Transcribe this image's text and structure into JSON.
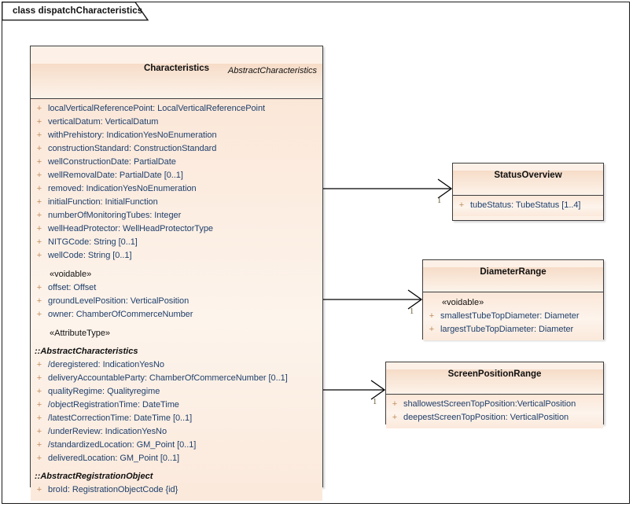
{
  "diagram": {
    "tab_label": "class dispatchCharacteristics",
    "colors": {
      "class_fill": "#fdf1e7",
      "header_fill": "#f6dcc8",
      "border": "#3d3d3d",
      "attribute_text": "#1f3f6b",
      "visibility_marker": "#c08d5d",
      "connector": "#000000",
      "multiplicity_text": "#6b5a33"
    }
  },
  "classes": {
    "characteristics": {
      "parent_label": "AbstractCharacteristics",
      "name": "Characteristics",
      "sections": [
        {
          "kind": "attributes",
          "rows": [
            {
              "vis": "+",
              "text": "localVerticalReferencePoint: LocalVerticalReferencePoint"
            },
            {
              "vis": "+",
              "text": "verticalDatum: VerticalDatum"
            },
            {
              "vis": "+",
              "text": "withPrehistory: IndicationYesNoEnumeration"
            },
            {
              "vis": "+",
              "text": "constructionStandard: ConstructionStandard"
            },
            {
              "vis": "+",
              "text": "wellConstructionDate: PartialDate"
            },
            {
              "vis": "+",
              "text": "wellRemovalDate: PartialDate [0..1]"
            },
            {
              "vis": "+",
              "text": "removed: IndicationYesNoEnumeration"
            },
            {
              "vis": "+",
              "text": "initialFunction: InitialFunction"
            },
            {
              "vis": "+",
              "text": "numberOfMonitoringTubes: Integer"
            },
            {
              "vis": "+",
              "text": "wellHeadProtector: WellHeadProtectorType"
            },
            {
              "vis": "+",
              "text": "NITGCode: String [0..1]"
            },
            {
              "vis": "+",
              "text": "wellCode: String [0..1]"
            }
          ]
        },
        {
          "kind": "stereotype",
          "label": "«voidable»",
          "rows": [
            {
              "vis": "+",
              "text": "offset: Offset"
            },
            {
              "vis": "+",
              "text": "groundLevelPosition: VerticalPosition"
            },
            {
              "vis": "+",
              "text": "owner: ChamberOfCommerceNumber"
            }
          ]
        },
        {
          "kind": "stereotype",
          "label": "«AttributeType»",
          "rows": []
        },
        {
          "kind": "group",
          "label": "::AbstractCharacteristics",
          "rows": [
            {
              "vis": "+",
              "text": "/deregistered: IndicationYesNo"
            },
            {
              "vis": "+",
              "text": "deliveryAccountableParty: ChamberOfCommerceNumber [0..1]"
            },
            {
              "vis": "+",
              "text": "qualityRegime: Qualityregime"
            },
            {
              "vis": "+",
              "text": "/objectRegistrationTime: DateTime"
            },
            {
              "vis": "+",
              "text": "/latestCorrectionTime: DateTime [0..1]"
            },
            {
              "vis": "+",
              "text": "/underReview: IndicationYesNo"
            },
            {
              "vis": "+",
              "text": "/standardizedLocation: GM_Point [0..1]"
            },
            {
              "vis": "+",
              "text": "deliveredLocation: GM_Point [0..1]"
            }
          ]
        },
        {
          "kind": "group",
          "label": "::AbstractRegistrationObject",
          "rows": [
            {
              "vis": "+",
              "text": "broId: RegistrationObjectCode {id}"
            }
          ]
        }
      ]
    },
    "status_overview": {
      "name": "StatusOverview",
      "sections": [
        {
          "kind": "attributes",
          "rows": [
            {
              "vis": "+",
              "text": "tubeStatus: TubeStatus [1..4]"
            }
          ]
        }
      ]
    },
    "diameter_range": {
      "name": "DiameterRange",
      "sections": [
        {
          "kind": "stereotype",
          "label": "«voidable»",
          "rows": [
            {
              "vis": "+",
              "text": "smallestTubeTopDiameter: Diameter"
            },
            {
              "vis": "+",
              "text": "largestTubeTopDiameter: Diameter"
            }
          ]
        }
      ]
    },
    "screen_position_range": {
      "name": "ScreenPositionRange",
      "sections": [
        {
          "kind": "attributes",
          "rows": [
            {
              "vis": "+",
              "text": "shallowestScreenTopPosition:VerticalPosition"
            },
            {
              "vis": "+",
              "text": "deepestScreenTopPosition: VerticalPosition"
            }
          ]
        }
      ]
    }
  },
  "connectors": [
    {
      "name": "characteristics-to-status-overview",
      "multiplicity": "1"
    },
    {
      "name": "characteristics-to-diameter-range",
      "multiplicity": "1"
    },
    {
      "name": "characteristics-to-screen-position-range",
      "multiplicity": "1"
    }
  ]
}
